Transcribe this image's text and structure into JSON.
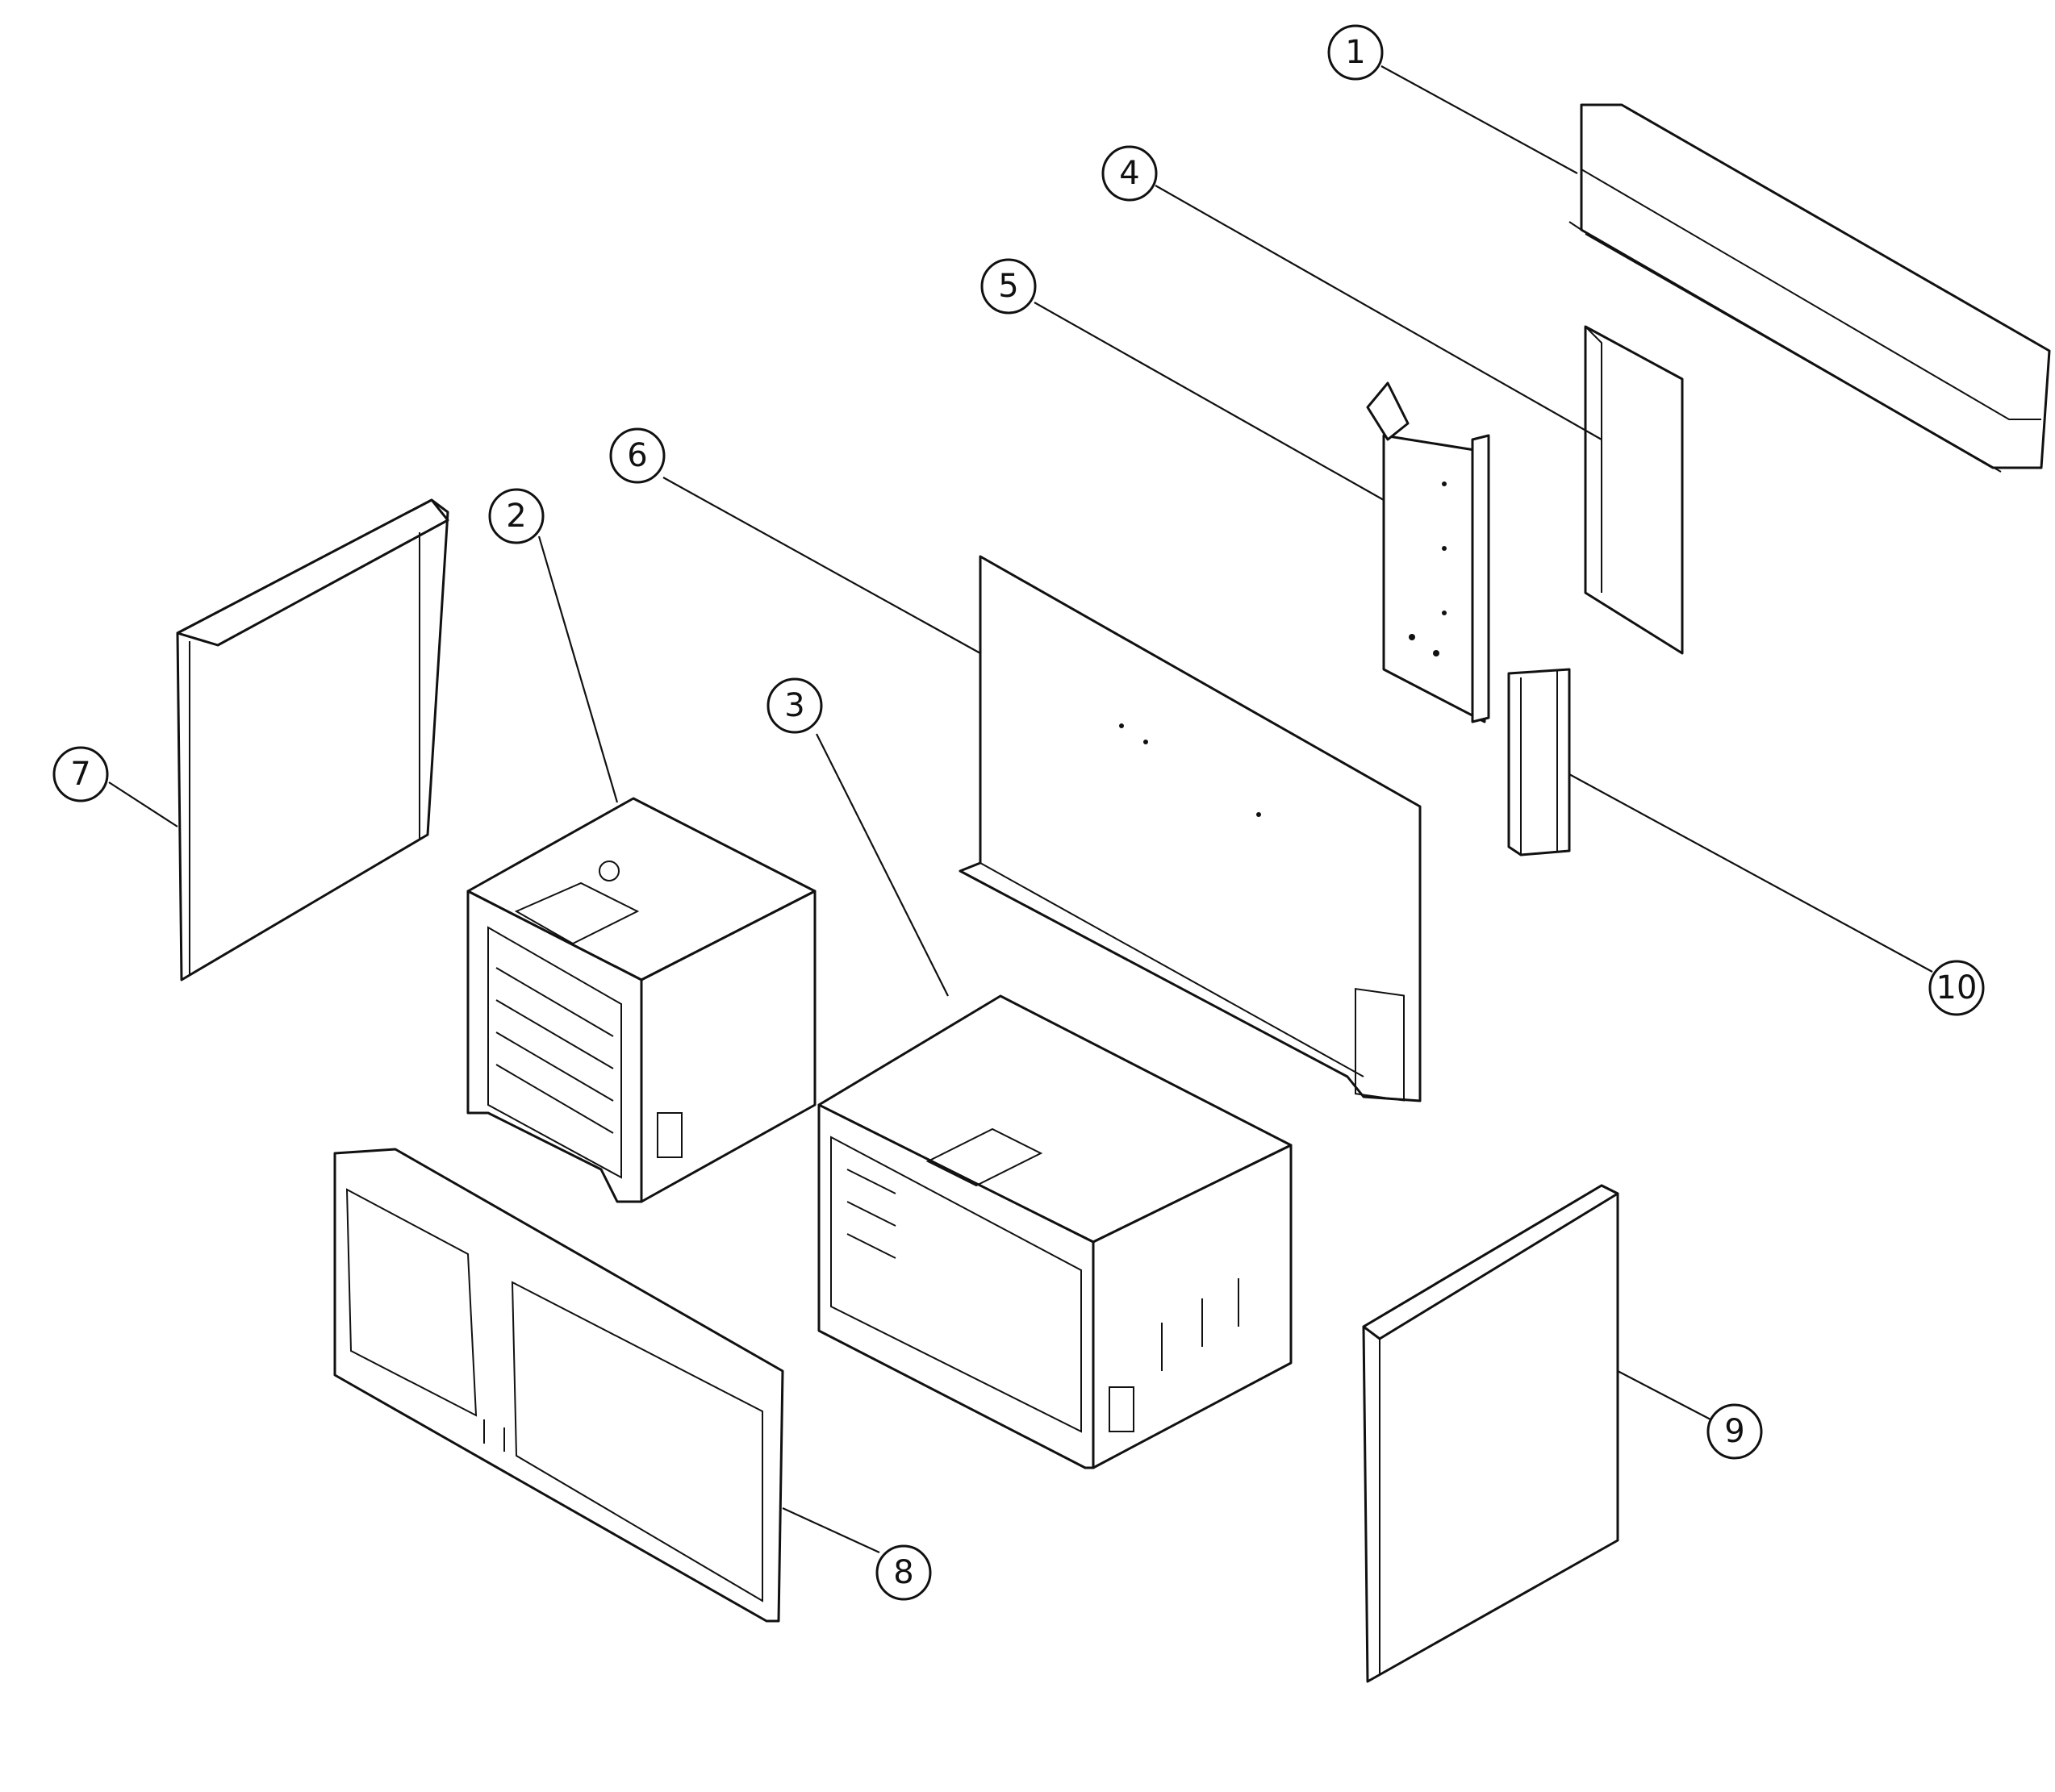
{
  "diagram": {
    "colors": {
      "line": "#111111",
      "background": "#ffffff"
    },
    "callouts": [
      {
        "id": "1",
        "label": "1"
      },
      {
        "id": "2",
        "label": "2"
      },
      {
        "id": "3",
        "label": "3"
      },
      {
        "id": "4",
        "label": "4"
      },
      {
        "id": "5",
        "label": "5"
      },
      {
        "id": "6",
        "label": "6"
      },
      {
        "id": "7",
        "label": "7"
      },
      {
        "id": "8",
        "label": "8"
      },
      {
        "id": "9",
        "label": "9"
      },
      {
        "id": "10",
        "label": "10"
      }
    ]
  }
}
